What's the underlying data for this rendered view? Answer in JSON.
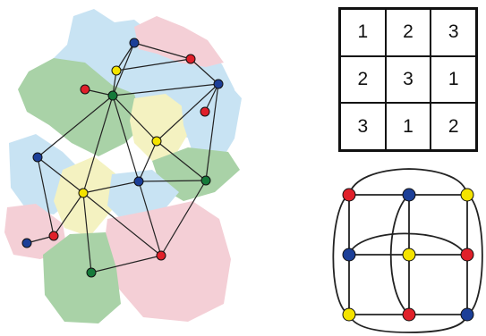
{
  "colors": {
    "red": "#e0202a",
    "blue": "#1c3f98",
    "yellow": "#f4e300",
    "green": "#157a3a",
    "region_blue": "#c8e3f3",
    "region_pink": "#f4cfd6",
    "region_green": "#a9d2a7",
    "region_yellow": "#f4f2c1",
    "edge": "#222222"
  },
  "map_graph": {
    "nodes": [
      {
        "color": "blue"
      },
      {
        "color": "red"
      },
      {
        "color": "yellow"
      },
      {
        "color": "red"
      },
      {
        "color": "green"
      },
      {
        "color": "blue"
      },
      {
        "color": "red"
      },
      {
        "color": "yellow"
      },
      {
        "color": "blue"
      },
      {
        "color": "blue"
      },
      {
        "color": "green"
      },
      {
        "color": "yellow"
      },
      {
        "color": "red"
      },
      {
        "color": "blue"
      },
      {
        "color": "green"
      },
      {
        "color": "red"
      }
    ],
    "edges": [
      [
        0,
        1
      ],
      [
        0,
        2
      ],
      [
        0,
        4
      ],
      [
        1,
        5
      ],
      [
        1,
        2
      ],
      [
        2,
        4
      ],
      [
        3,
        4
      ],
      [
        4,
        5
      ],
      [
        4,
        7
      ],
      [
        4,
        8
      ],
      [
        4,
        9
      ],
      [
        4,
        11
      ],
      [
        5,
        7
      ],
      [
        5,
        6
      ],
      [
        5,
        10
      ],
      [
        7,
        10
      ],
      [
        7,
        9
      ],
      [
        8,
        11
      ],
      [
        8,
        12
      ],
      [
        9,
        11
      ],
      [
        9,
        10
      ],
      [
        9,
        15
      ],
      [
        10,
        15
      ],
      [
        11,
        12
      ],
      [
        11,
        14
      ],
      [
        11,
        15
      ],
      [
        12,
        13
      ],
      [
        14,
        15
      ]
    ]
  },
  "latin_square": [
    [
      "1",
      "2",
      "3"
    ],
    [
      "2",
      "3",
      "1"
    ],
    [
      "3",
      "1",
      "2"
    ]
  ],
  "square_graph": {
    "nodes": [
      {
        "color": "red"
      },
      {
        "color": "blue"
      },
      {
        "color": "yellow"
      },
      {
        "color": "blue"
      },
      {
        "color": "yellow"
      },
      {
        "color": "red"
      },
      {
        "color": "yellow"
      },
      {
        "color": "red"
      },
      {
        "color": "blue"
      }
    ]
  }
}
